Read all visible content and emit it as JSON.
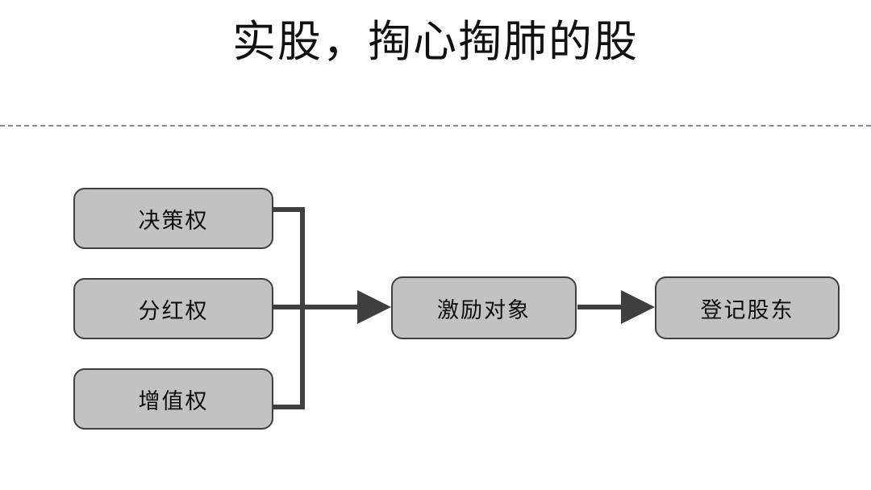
{
  "slide": {
    "title": "实股，掏心掏肺的股",
    "background_color": "#ffffff"
  },
  "divider": {
    "style": "dashed",
    "color": "#8a8a8a"
  },
  "theme": {
    "node_fill": "#c2c2c2",
    "node_border": "#3f3f3f",
    "connector_color": "#3f3f3f",
    "text_color": "#0d0d0d"
  },
  "diagram": {
    "type": "flow",
    "left_nodes": [
      {
        "label": "决策权"
      },
      {
        "label": "分红权"
      },
      {
        "label": "增值权"
      }
    ],
    "center_node": {
      "label": "激励对象"
    },
    "right_node": {
      "label": "登记股东"
    },
    "connections": [
      {
        "from": "决策权",
        "to": "激励对象",
        "arrow": true
      },
      {
        "from": "分红权",
        "to": "激励对象",
        "arrow": true
      },
      {
        "from": "增值权",
        "to": "激励对象",
        "arrow": true
      },
      {
        "from": "激励对象",
        "to": "登记股东",
        "arrow": true
      }
    ]
  }
}
